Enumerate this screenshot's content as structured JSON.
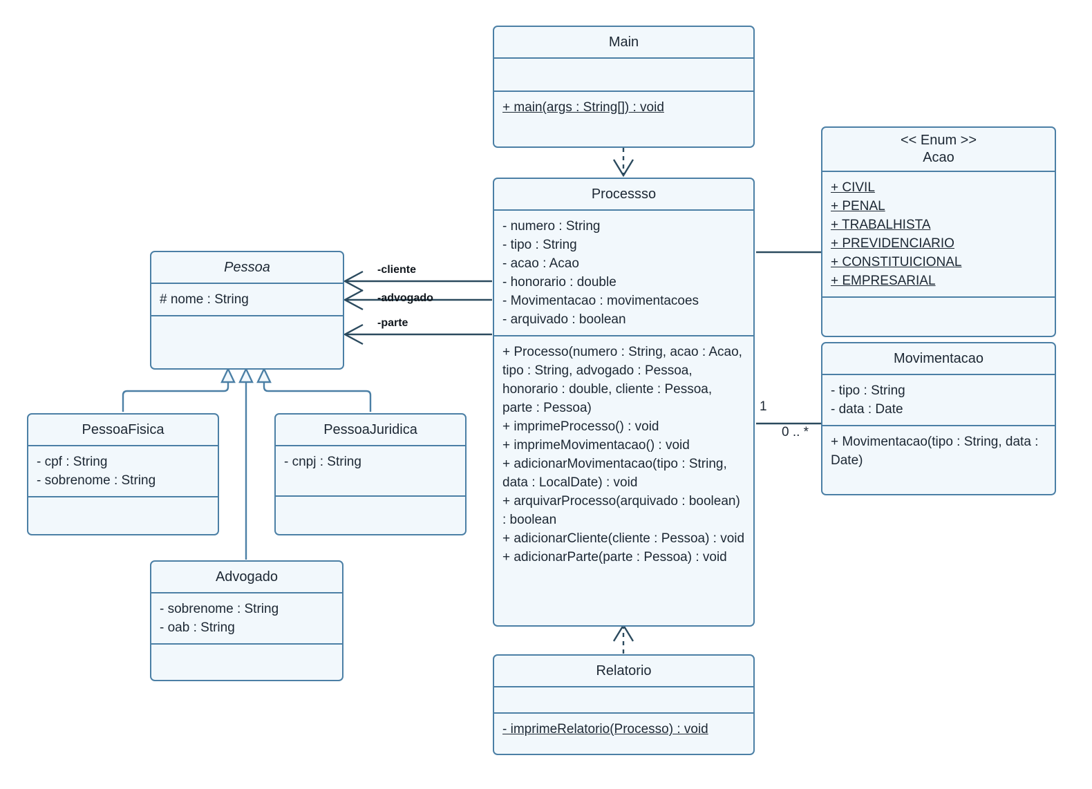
{
  "diagram": {
    "type": "uml-class-diagram",
    "colors": {
      "border": "#4b7fa5",
      "fill": "#f2f8fc",
      "text": "#1c2733",
      "connector": "#2b4a5e",
      "background": "#ffffff"
    }
  },
  "classes": {
    "main": {
      "name": "Main",
      "attributes": [],
      "methods": [
        {
          "text": "+ main(args : String[]) : void",
          "static": true
        }
      ]
    },
    "processso": {
      "name": "Processso",
      "attributes": [
        "- numero : String",
        "- tipo : String",
        "- acao : Acao",
        "- honorario : double",
        "- Movimentacao : movimentacoes",
        "- arquivado : boolean"
      ],
      "methods": [
        {
          "text": "+ Processo(numero : String, acao : Acao, tipo : String, advogado : Pessoa, honorario : double, cliente : Pessoa, parte : Pessoa)",
          "static": false
        },
        {
          "text": "+ imprimeProcesso() : void",
          "static": false
        },
        {
          "text": "+ imprimeMovimentacao() : void",
          "static": false
        },
        {
          "text": "+ adicionarMovimentacao(tipo : String, data : LocalDate) : void",
          "static": false
        },
        {
          "text": "+ arquivarProcesso(arquivado : boolean) : boolean",
          "static": false
        },
        {
          "text": "+ adicionarCliente(cliente : Pessoa) : void",
          "static": false
        },
        {
          "text": "+ adicionarParte(parte : Pessoa) : void",
          "static": false
        }
      ]
    },
    "acao": {
      "stereotype": "<< Enum >>",
      "name": "Acao",
      "attributes": [
        {
          "text": "+ CIVIL",
          "static": true
        },
        {
          "text": "+ PENAL",
          "static": true
        },
        {
          "text": "+ TRABALHISTA",
          "static": true
        },
        {
          "text": "+ PREVIDENCIARIO",
          "static": true
        },
        {
          "text": "+ CONSTITUICIONAL",
          "static": true
        },
        {
          "text": "+ EMPRESARIAL",
          "static": true
        }
      ],
      "methods": []
    },
    "movimentacao": {
      "name": "Movimentacao",
      "attributes": [
        "- tipo : String",
        "- data : Date"
      ],
      "methods": [
        {
          "text": "+ Movimentacao(tipo : String, data : Date)",
          "static": false
        }
      ]
    },
    "pessoa": {
      "name": "Pessoa",
      "abstract": true,
      "attributes": [
        "# nome : String"
      ],
      "methods": []
    },
    "pessoafisica": {
      "name": "PessoaFisica",
      "attributes": [
        "- cpf : String",
        "- sobrenome : String"
      ],
      "methods": []
    },
    "pessoajuridica": {
      "name": "PessoaJuridica",
      "attributes": [
        "- cnpj : String"
      ],
      "methods": []
    },
    "advogado": {
      "name": "Advogado",
      "attributes": [
        "- sobrenome : String",
        "- oab : String"
      ],
      "methods": []
    },
    "relatorio": {
      "name": "Relatorio",
      "attributes": [],
      "methods": [
        {
          "text": "- imprimeRelatorio(Processo) : void",
          "static": true
        }
      ]
    }
  },
  "edges": {
    "cliente_label": "-cliente",
    "advogado_label": "-advogado",
    "parte_label": "-parte",
    "movimentacao_source_mult": "1",
    "movimentacao_target_mult": "0 .. *"
  }
}
